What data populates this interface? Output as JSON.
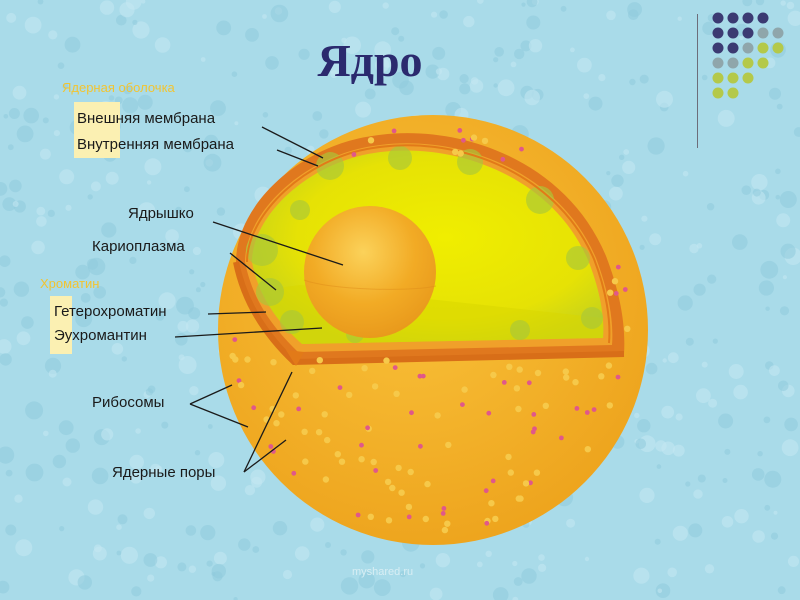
{
  "title": "Ядро",
  "labels": {
    "membrane_group": "Ядерная оболочка",
    "outer_membrane": "Внешняя мембрана",
    "inner_membrane": "Внутренняя мембрана",
    "nucleolus": "Ядрышко",
    "karyoplasm": "Кариоплазма",
    "chromatin_group": "Хроматин",
    "heterochromatin": "Гетерохроматин",
    "euchromatin": "Эухромантин",
    "ribosomes": "Рибосомы",
    "nuclear_pores": "Ядерные поры"
  },
  "watermark": "myshared.ru",
  "colors": {
    "background": "#a9dbe9",
    "nucleus_outer": "#f3b22a",
    "membrane": "#e0781e",
    "karyoplasm": "#e8e400",
    "nucleolus": "#f3ad27",
    "title": "#2b2a6e"
  }
}
